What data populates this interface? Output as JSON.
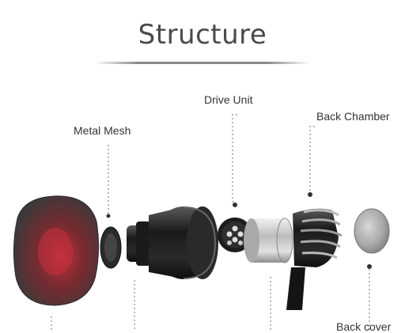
{
  "title": "Structure",
  "labels": {
    "drive_unit": "Drive Unit",
    "back_chamber": "Back Chamber",
    "metal_mesh": "Metal Mesh",
    "back_cover": "Back cover"
  },
  "colors": {
    "title_text": "#4a4a4a",
    "ear_tip": "#3a3a3a",
    "ear_tip_inner": "#b0303a",
    "chrome": "#c8c8c8",
    "dark_metal": "#1e1e1e"
  }
}
